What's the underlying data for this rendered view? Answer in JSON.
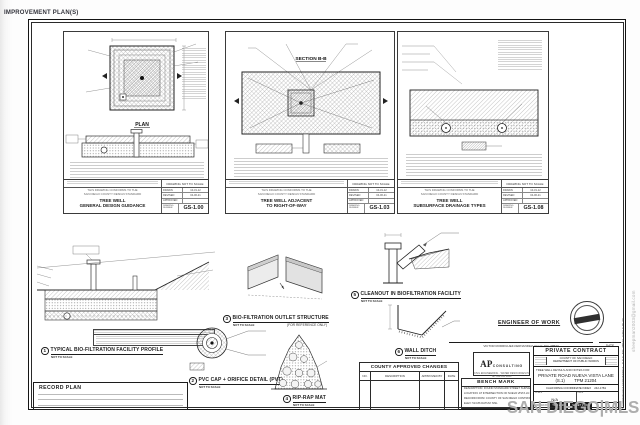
{
  "page": {
    "top_left_label": "IMPROVEMENT PLAN(S)",
    "watermark": "SAN DIEGO|MLS",
    "margin_email": "sheepman2003@gmail.com",
    "margin_side_note": "V. RODRIGUEZ-FERNANDEZ · R.C.E. NO. 38573 · EXP. 6-30-23"
  },
  "panels": [
    {
      "section_label": "PLAN",
      "std1": "THIS DRAWING CONFORMS TO THE",
      "std2": "SAN DIEGO COUNTY DESIGN STANDARD",
      "title1": "TREE WELL",
      "title2": "GENERAL DESIGN GUIDANCE",
      "scale_note": "DRAWING NOT TO SCALE",
      "rows": [
        {
          "l": "DRAWN",
          "v": "10-31-12"
        },
        {
          "l": "REVISED",
          "v": "04-06-21"
        },
        {
          "l": "APPROVED",
          "v": ""
        }
      ],
      "num_label": "DRAWING NUMBER",
      "num": "GS-1.00"
    },
    {
      "section_label": "SECTION B-B",
      "std1": "THIS DRAWING CONFORMS TO THE",
      "std2": "SAN DIEGO COUNTY DESIGN STANDARD",
      "title1": "TREE WELL ADJACENT",
      "title2": "TO RIGHT-OF-WAY",
      "scale_note": "DRAWING NOT TO SCALE",
      "rows": [
        {
          "l": "DRAWN",
          "v": "10-31-12"
        },
        {
          "l": "REVISED",
          "v": "04-06-21"
        },
        {
          "l": "APPROVED",
          "v": ""
        }
      ],
      "num_label": "DRAWING NUMBER",
      "num": "GS-1.03"
    },
    {
      "section_label": "",
      "std1": "THIS DRAWING CONFORMS TO THE",
      "std2": "SAN DIEGO COUNTY DESIGN STANDARD",
      "title1": "TREE WELL",
      "title2": "SUBSURFACE DRAINAGE TYPES",
      "scale_note": "DRAWING NOT TO SCALE",
      "rows": [
        {
          "l": "DRAWN",
          "v": "10-31-12"
        },
        {
          "l": "REVISED",
          "v": "04-06-21"
        },
        {
          "l": "APPROVED",
          "v": ""
        }
      ],
      "num_label": "DRAWING NUMBER",
      "num": "GS-1.08"
    }
  ],
  "details": [
    {
      "num": "1",
      "title": "TYPICAL BIO-FILTRATION FACILITY PROFILE",
      "scale": "NOT TO SCALE"
    },
    {
      "num": "2",
      "title": "PVC CAP + ORIFICE DETAIL (PVT)",
      "scale": "NOT TO SCALE"
    },
    {
      "num": "3",
      "title": "BIO-FILTRATION OUTLET STRUCTURE",
      "scale": "NOT TO SCALE",
      "note": "(FOR REFERENCE ONLY)"
    },
    {
      "num": "4",
      "title": "RIP-RAP MAT",
      "scale": "NOT TO SCALE"
    },
    {
      "num": "5",
      "title": "CLEANOUT IN BIOFILTRATION FACILITY",
      "scale": "NOT TO SCALE"
    },
    {
      "num": "6",
      "title": "WALL DITCH",
      "scale": "NOT TO SCALE"
    }
  ],
  "record_plan": {
    "title": "RECORD PLAN"
  },
  "county_changes": {
    "title": "COUNTY APPROVED CHANGES",
    "cols": [
      "NO.",
      "DESCRIPTION",
      "APPROVED BY",
      "DATE"
    ]
  },
  "engineer": {
    "label": "ENGINEER OF WORK",
    "name_line": "VICTOR RODRIGUEZ-FERNANDEZ, R.C.E. NO. 38573",
    "date_label": "DATE"
  },
  "firm": {
    "initials": "AP",
    "name": "CONSULTING",
    "tag1": "CIVIL ENGINEERING · WATER RESOURCES PLANNING",
    "tag2": "Tel: 619.815.0820",
    "tag3": "Chula Vista, CA 91914"
  },
  "bench_mark": {
    "title": "BENCH MARK",
    "rows": [
      "DESCRIPTION: FOUND STANDARD STREET SURVEY MONUMENT",
      "LOCATION: AT INTERSECTION OF NUEVA VISTA LN & PRIVATE RD",
      "RECORD FROM: COUNTY OF SAN DIEGO CONTROL DATA SHEET",
      "ELEV: 513.86          DATUM: MSL"
    ]
  },
  "title_block": {
    "header": "PRIVATE CONTRACT",
    "agency1": "COUNTY OF SAN DIEGO",
    "agency2": "DEPARTMENT OF PUBLIC WORKS",
    "for_label": "TREE WELL DETAILS AND NOTES FOR:",
    "project1": "PRIVATE ROAD NUEVA VISTA LANE",
    "project2": "(S.1)        TPM 21204",
    "coord": "CALIFORNIA COORDINATE INDEX    242-1781",
    "r1c1_label": "SCALE",
    "r1c1_value": "N/A",
    "r1c2_label": "DATE",
    "r1c2_value": "",
    "r2_label": "DRAWN BY",
    "chip1": "TPM 21204",
    "chip2": "SHEET 1 OF 1"
  }
}
